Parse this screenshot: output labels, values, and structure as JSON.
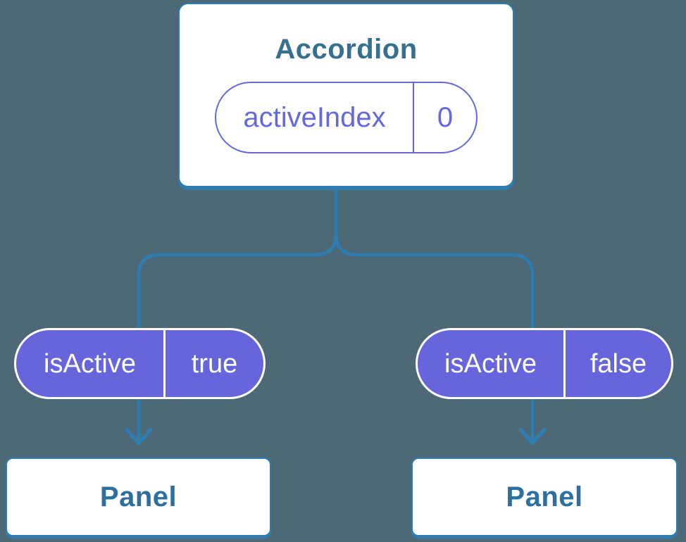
{
  "colors": {
    "background": "#4D6876",
    "line_blue": "#2E7CB0",
    "card_border_blue": "#2E7CB0",
    "heading_text_blue": "#35708E",
    "panel_text_blue": "#2D6F9E",
    "pill_purple": "#6765DC",
    "pill_outline_purple": "#6568DB",
    "card_bg": "#FFFFFF"
  },
  "tree": {
    "root": {
      "title": "Accordion",
      "state_pill": {
        "name": "activeIndex",
        "value": "0"
      }
    },
    "children": [
      {
        "prop_pill": {
          "name": "isActive",
          "value": "true"
        },
        "label": "Panel"
      },
      {
        "prop_pill": {
          "name": "isActive",
          "value": "false"
        },
        "label": "Panel"
      }
    ]
  }
}
